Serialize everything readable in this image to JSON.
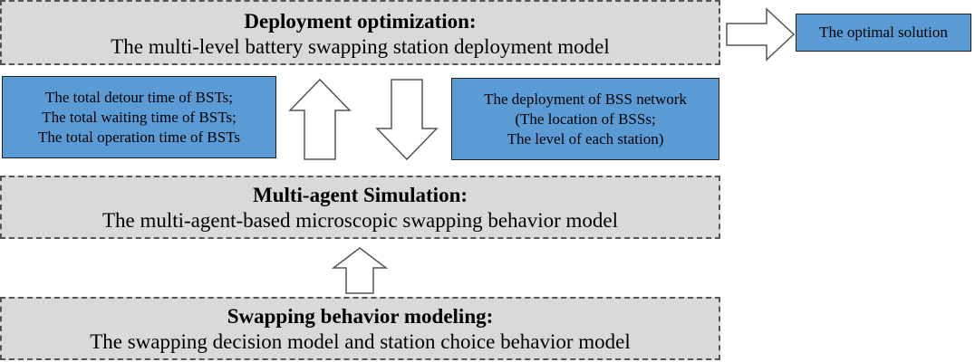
{
  "deployment": {
    "title": "Deployment optimization:",
    "subtitle": "The multi-level battery swapping station deployment model"
  },
  "optimal": {
    "label": "The optimal solution"
  },
  "left_box": {
    "line1": "The total detour time of BSTs;",
    "line2": "The total waiting time of BSTs;",
    "line3": "The total operation time of BSTs"
  },
  "right_box": {
    "line1": "The deployment of BSS network",
    "line2": "(The location of BSSs;",
    "line3": "The level of each station)"
  },
  "simulation": {
    "title": "Multi-agent Simulation:",
    "subtitle": "The multi-agent-based microscopic swapping behavior model"
  },
  "behavior": {
    "title": "Swapping behavior modeling:",
    "subtitle": "The swapping decision model and station choice behavior model"
  },
  "colors": {
    "gray_fill": "#d9d9d9",
    "blue_fill": "#5b9bd5"
  },
  "icons": [
    "arrow-right-icon",
    "arrow-up-icon",
    "arrow-down-icon"
  ]
}
